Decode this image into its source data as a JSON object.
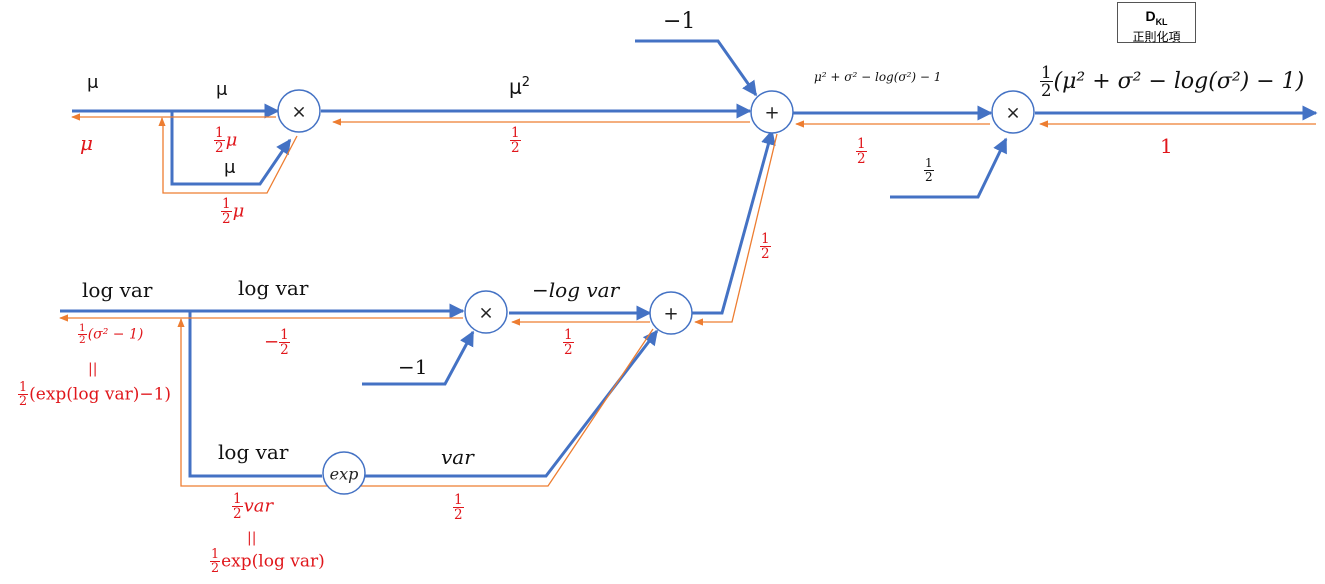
{
  "box": {
    "dkl": "D",
    "dkl_sub": "KL",
    "subtitle": "正則化項"
  },
  "ops": {
    "mul": "×",
    "add": "+",
    "exp": "exp"
  },
  "fwd": {
    "mu_in": "μ",
    "mu_a": "μ",
    "mu_b": "μ",
    "mu_sq": "μ",
    "mu_sq_exp": "2",
    "neg1_top": "−1",
    "sum_expr": "μ² + σ² − log(σ²) − 1",
    "final_expr": "(μ² + σ² − log(σ²) − 1)",
    "half_in": "½",
    "logvar_in": "log var",
    "logvar_a": "log var",
    "logvar_b": "log var",
    "neg_logvar": "−log var",
    "neg1_mid": "−1",
    "var": "var"
  },
  "bwd": {
    "mu_total": "μ",
    "mu_half_a": "μ",
    "mu_half_b": "μ",
    "half_musq": "½",
    "half_sum": "½",
    "one": "1",
    "half_vert": "½",
    "lv_total_top": "(σ² − 1)",
    "lv_eq1": "||",
    "lv_total_bottom": "(exp(log var)−1)",
    "neg_half": "−",
    "half_neg_lv": "½",
    "half_var_lbl": "var",
    "lv_eq2": "||",
    "half_exp": "exp(log var)",
    "half_var_edge": "½"
  }
}
